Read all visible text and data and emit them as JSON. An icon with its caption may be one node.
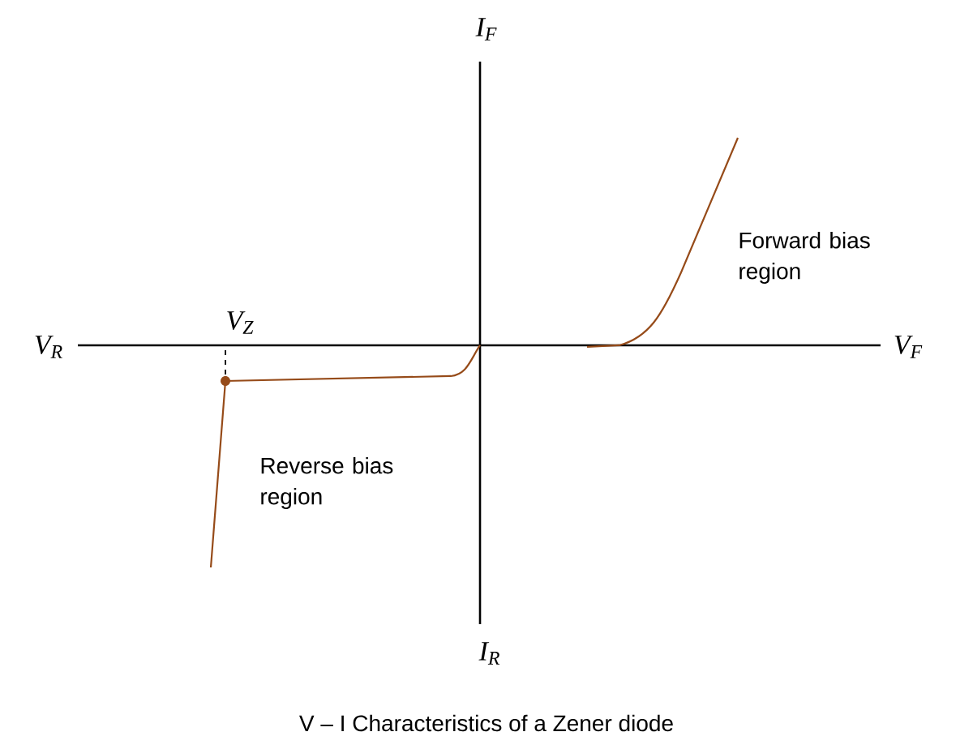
{
  "diagram": {
    "caption": "V – I Characteristics of a Zener diode",
    "labels": [
      "I$_{F}$",
      "Forward bias region",
      "V$_{R}$",
      "V$_{Z}$",
      "V$_{F}$",
      "Reverse bias region",
      "I$_{R}$"
    ]
  }
}
